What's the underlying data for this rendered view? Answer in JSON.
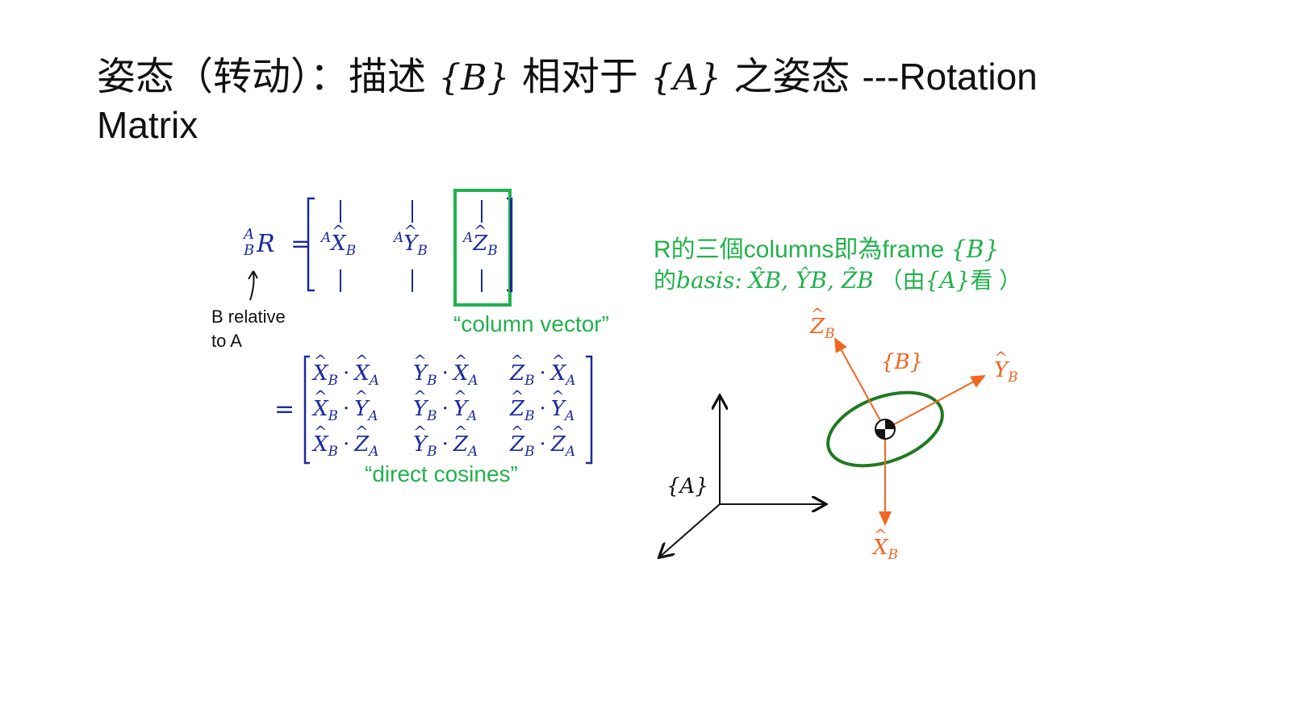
{
  "slide": {
    "title_cjk_a": "姿态（转动）：描述",
    "title_set_b": "{B}",
    "title_cjk_b": "相对于",
    "title_set_a": "{A}",
    "title_cjk_c": "之姿态",
    "title_latin": "---Rotation",
    "title_line2": "Matrix"
  },
  "matrix": {
    "lhs_sup": "A",
    "lhs_sub": "B",
    "lhs_R": "R",
    "equals": "=",
    "col_x": "X",
    "col_y": "Y",
    "col_z": "Z",
    "col_sup": "A",
    "col_sub": "B",
    "arrow_label_line1": "B relative",
    "arrow_label_line2": "to A",
    "column_vector_label": "“column vector”",
    "direct_cosines_label": "“direct cosines”",
    "dot": "·",
    "rows": [
      [
        {
          "a": "X",
          "b": "X"
        },
        {
          "a": "Y",
          "b": "X"
        },
        {
          "a": "Z",
          "b": "X"
        }
      ],
      [
        {
          "a": "X",
          "b": "Y"
        },
        {
          "a": "Y",
          "b": "Y"
        },
        {
          "a": "Z",
          "b": "Y"
        }
      ],
      [
        {
          "a": "X",
          "b": "Z"
        },
        {
          "a": "Y",
          "b": "Z"
        },
        {
          "a": "Z",
          "b": "Z"
        }
      ]
    ],
    "sub_B": "B",
    "sub_A": "A"
  },
  "explain": {
    "line1_prefix": "R",
    "line1_cjk": "的三個",
    "line1_latin": "columns",
    "line1_cjk2": "即為",
    "line1_latin2": "frame",
    "line1_set": "{B}",
    "line2_cjk": "的",
    "line2_math": "basis:",
    "line2_vectors": "X̂B, ŶB, ẐB",
    "line2_paren_open": "（由",
    "line2_set": "{A}",
    "line2_paren_close": "看 ）"
  },
  "diagram": {
    "frame_a_label": "{A}",
    "frame_b_label": "{B}",
    "z_label": "Z",
    "y_label": "Y",
    "x_label": "X",
    "sub_B": "B",
    "colors": {
      "frame_b": "#f26522",
      "ellipse": "#1f7a1f",
      "frame_a": "#111111",
      "highlight": "#22b14c",
      "matrix": "#1a2b9c"
    }
  }
}
